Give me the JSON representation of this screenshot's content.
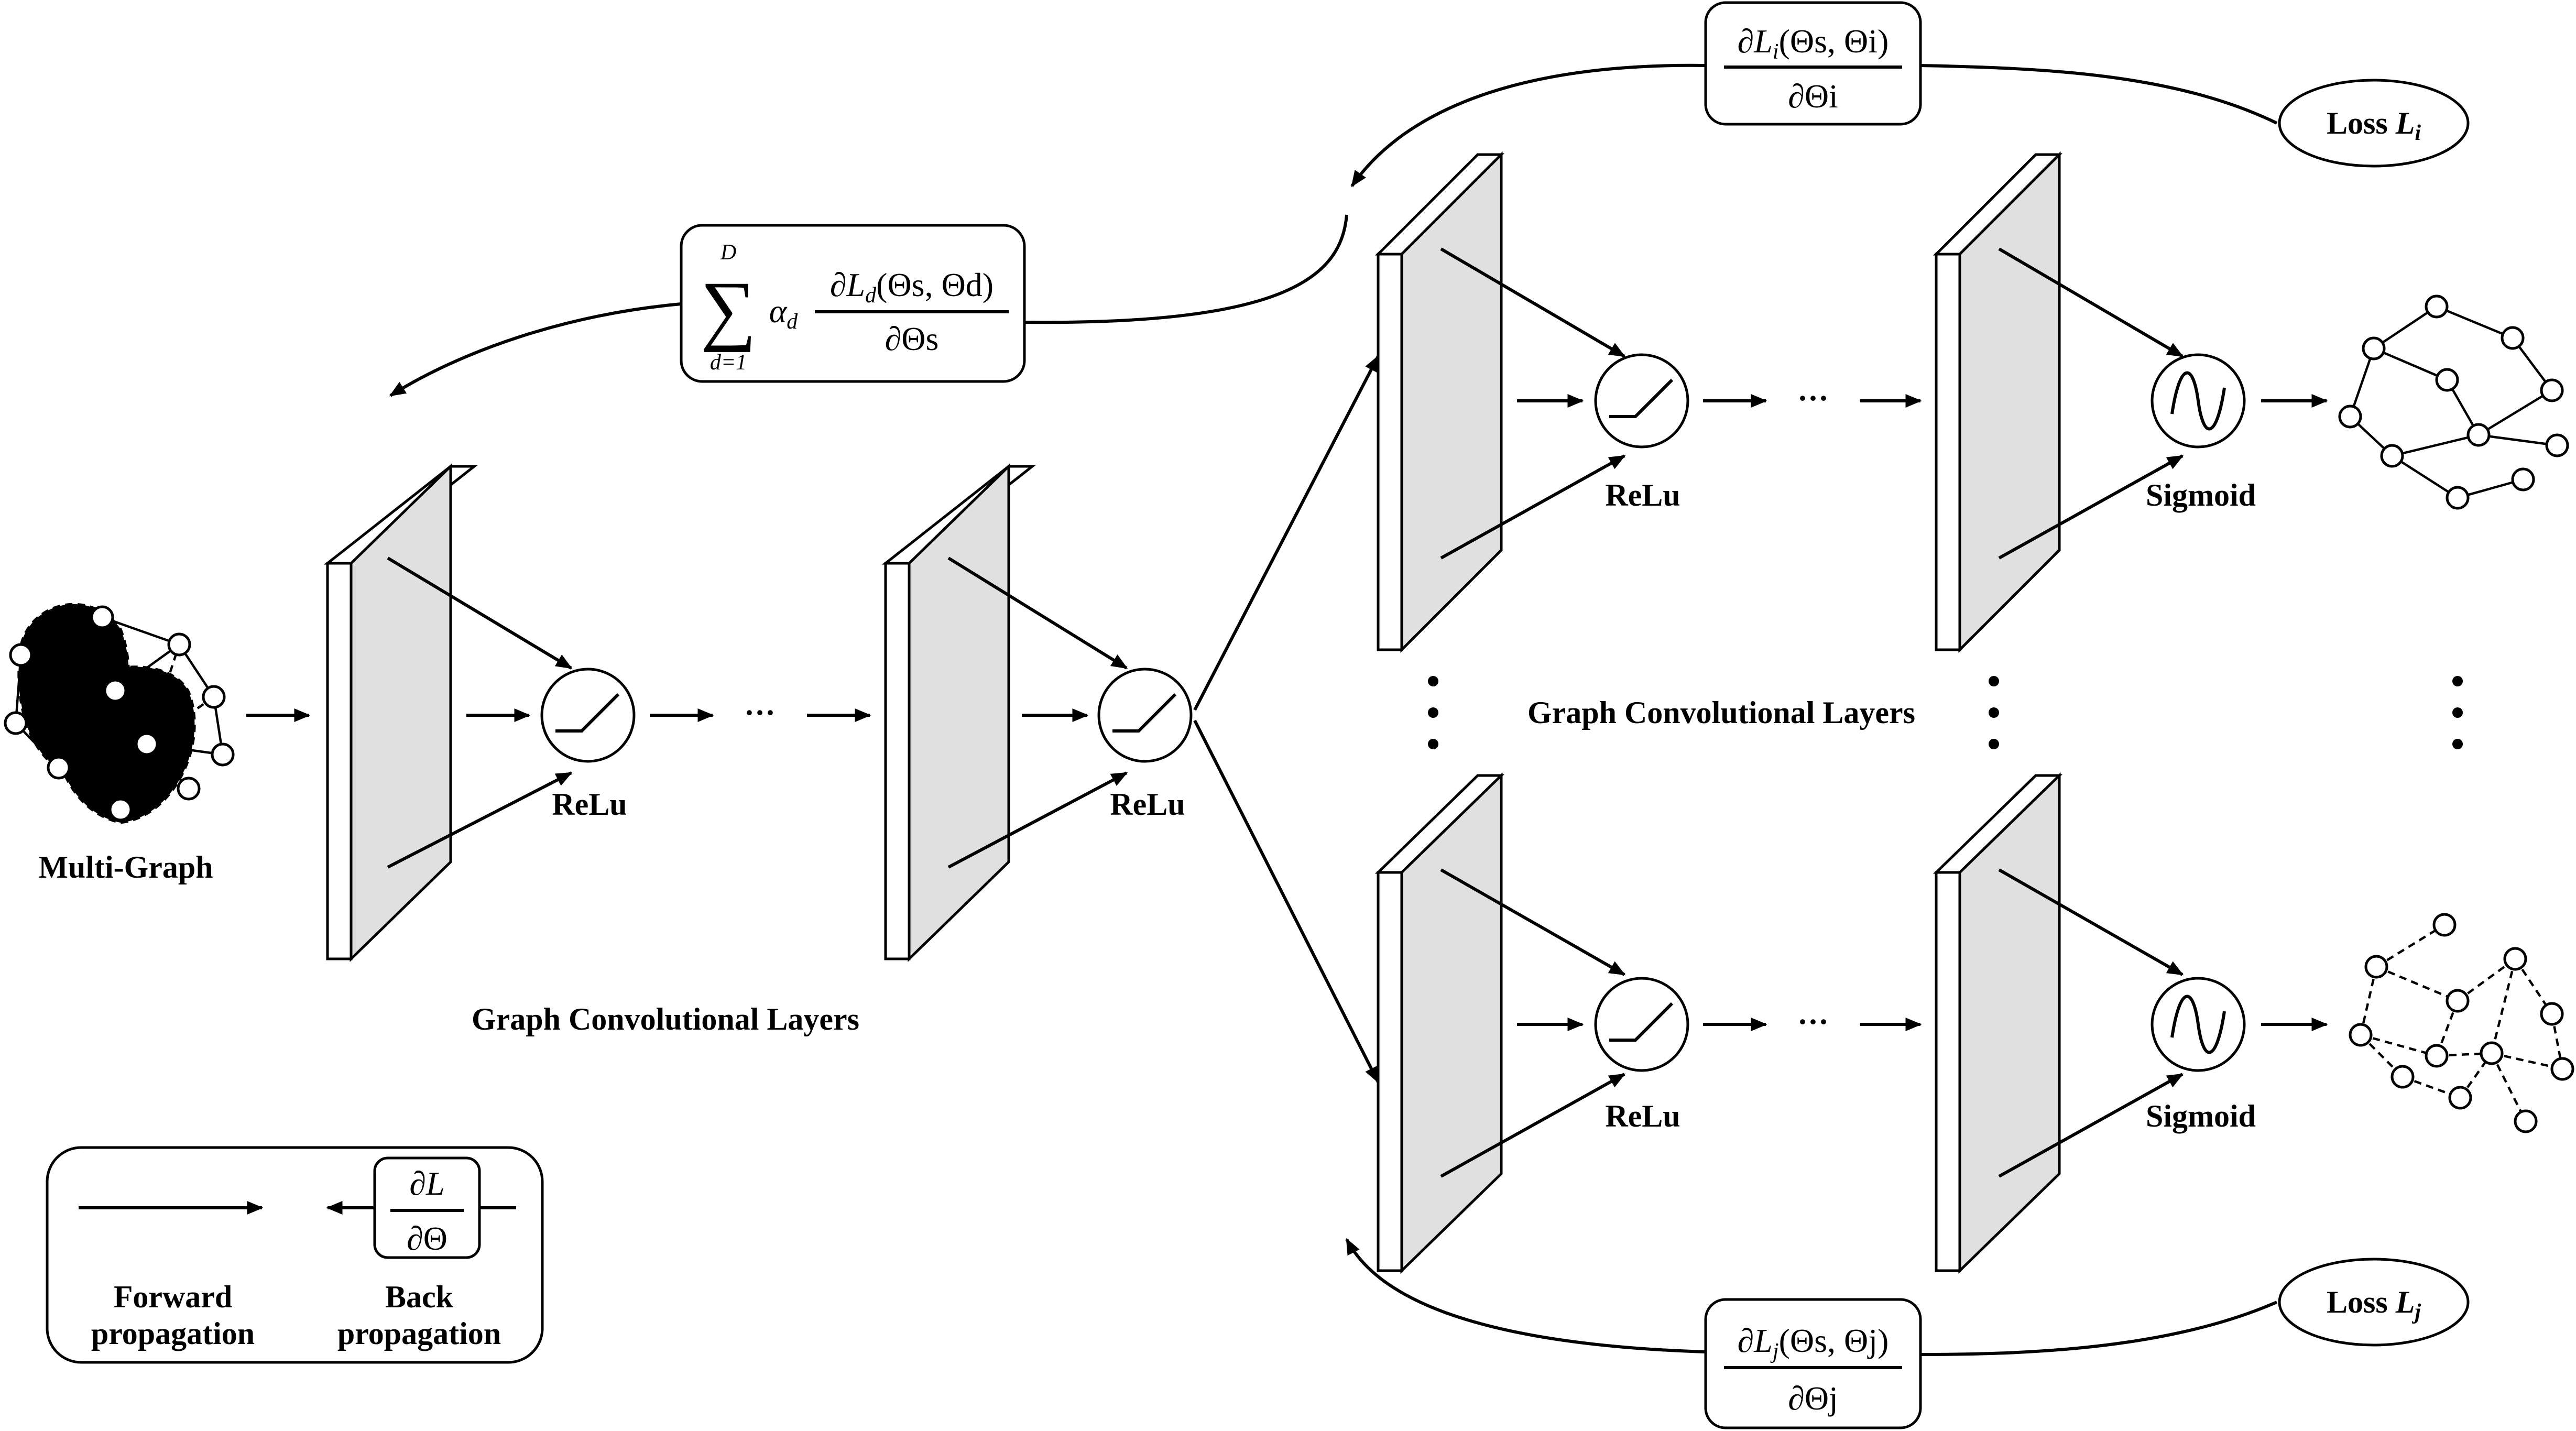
{
  "labels": {
    "multi_graph": "Multi-Graph",
    "gcl_bottom": "Graph Convolutional Layers",
    "gcl_middle": "Graph Convolutional Layers",
    "relu": "ReLu",
    "sigmoid": "Sigmoid",
    "ellipsis": "···",
    "loss_prefix": "Loss ",
    "loss_i_sym": "L",
    "loss_i_sub": "i",
    "loss_j_sym": "L",
    "loss_j_sub": "j"
  },
  "formulas": {
    "sum_sigma": "∑",
    "sum_top": "D",
    "sum_bottom": "d=1",
    "alpha": "α",
    "alpha_sub": "d",
    "grad_d_num": "∂L",
    "grad_d_num_sub": "d",
    "grad_d_args": "(Θs, Θd)",
    "grad_d_den": "∂Θs",
    "grad_i_num": "∂L",
    "grad_i_num_sub": "i",
    "grad_i_args": "(Θs, Θi)",
    "grad_i_den": "∂Θi",
    "grad_j_num": "∂L",
    "grad_j_num_sub": "j",
    "grad_j_args": "(Θs, Θj)",
    "grad_j_den": "∂Θj",
    "legend_num": "∂L",
    "legend_den": "∂Θ"
  },
  "legend": {
    "forward_line1": "Forward",
    "forward_line2": "propagation",
    "back_line1": "Back",
    "back_line2": "propagation"
  }
}
